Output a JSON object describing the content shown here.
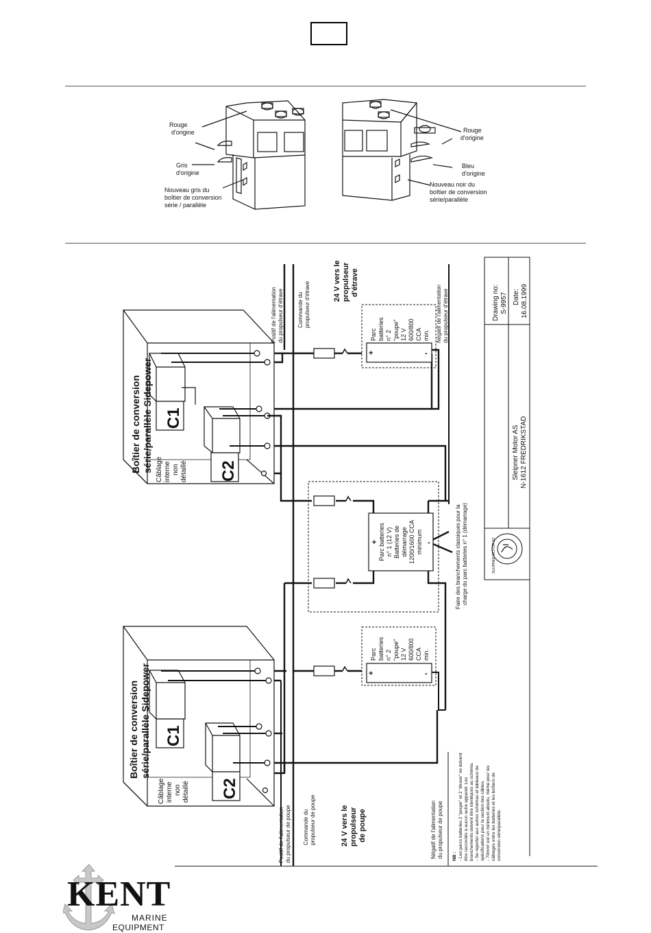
{
  "page": {
    "page_number_box": ""
  },
  "detail_figures": {
    "left": {
      "label_red": "Rouge\nd'origine",
      "label_red_1": "Rouge",
      "label_red_2": "d'origine",
      "label_grey_1": "Gris",
      "label_grey_2": "d'origine",
      "label_new_1": "Nouveau gris du",
      "label_new_2": "boîtier de conversion",
      "label_new_3": "série / parallèle"
    },
    "right": {
      "label_red_1": "Rouge",
      "label_red_2": "d'origine",
      "label_blue_1": "Bleu",
      "label_blue_2": "d'origine",
      "label_new_1": "Nouveau noir du",
      "label_new_2": "boîtier de conversion",
      "label_new_3": "série/parallèle"
    }
  },
  "schematic": {
    "box_top": {
      "title_1": "Boîtier de conversion",
      "title_2": "série/parallèle Sidepower",
      "c1": "C1",
      "c2": "C2",
      "cabling_1": "Câblage",
      "cabling_2": "interne",
      "cabling_3": "non",
      "cabling_4": "détaillé"
    },
    "box_bottom": {
      "title_1": "Boîtier de conversion",
      "title_2": "série/parallèle Sidepower",
      "c1": "C1",
      "c2": "C2",
      "cabling_1": "Câblage",
      "cabling_2": "interne",
      "cabling_3": "non",
      "cabling_4": "détaillé"
    },
    "labels_bow": {
      "positive_1": "Positif de l'alimentation",
      "positive_2": "du propulseur d'étrave",
      "command_1": "Commande du",
      "command_2": "propulseur d'étrave",
      "v24_1": "24 V vers le",
      "v24_2": "propulseur",
      "v24_3": "d'étrave",
      "negative_1": "Négatif de l'alimentation",
      "negative_2": "du propulseur d'étrave"
    },
    "labels_stern": {
      "positive_1": "Positif de l'alimentation",
      "positive_2": "du propulseur de poupe",
      "command_1": "Commande du",
      "command_2": "propulseur de poupe",
      "v24_1": "24 V vers le",
      "v24_2": "propulseur",
      "v24_3": "de poupe",
      "negative_1": "Négatif de l'alimentation",
      "negative_2": "du propulseur de poupe"
    },
    "battery_bank_2_top": {
      "lines": [
        "Parc",
        "batteries",
        "n° 2",
        "\"poupe\"",
        "12 V",
        "600/800",
        "CCA",
        "min."
      ],
      "plus": "+",
      "minus": "-"
    },
    "battery_bank_2_bottom": {
      "lines": [
        "Parc",
        "batteries",
        "n° 2",
        "\"poupe\"",
        "12 V",
        "600/800",
        "CCA",
        "min."
      ],
      "plus": "+",
      "minus": "-"
    },
    "battery_bank_1": {
      "lines": [
        "Parc batteries",
        "n° 1 (12 V)",
        "Batteries de",
        "démarrage",
        "1200/1600 CCA",
        "minimum"
      ],
      "plus": "+",
      "minus": "-"
    },
    "charge_note_1": "Faire des branchements classiques pour la",
    "charge_note_2": "charge du parc batteries n° 1 (démarrage)",
    "nb": {
      "title": "NB :",
      "lines": [
        "- Les parcs batteries 2 \"poupe\" et 2 \"étrave\" ne doivent",
        "  être raccordés à aucun autre appareil. Les",
        "  branchements doivent être identiques au schéma.",
        "- Se reporter aux autres schémas et tableaux de",
        "  spécifications pour la section des câbles.",
        "- 70mm² est un minimum absolu, même pour les",
        "  câblages entre les batteries et les boîtiers de",
        "  conversion série/parallèle."
      ]
    },
    "title_block": {
      "company_1": "Sleipner Motor AS",
      "company_2": "N-1612 FREDRIKSTAD",
      "drawing_label": "Drawing no:",
      "drawing_no": "S-9957",
      "date_label": "Date:",
      "date": "16.08.1999",
      "seal_text": "SLEIPNER MOTOR AS"
    }
  },
  "footer": {
    "logo_main": "KENT",
    "logo_sub_1": "MARINE",
    "logo_sub_2": "EQUIPMENT"
  }
}
